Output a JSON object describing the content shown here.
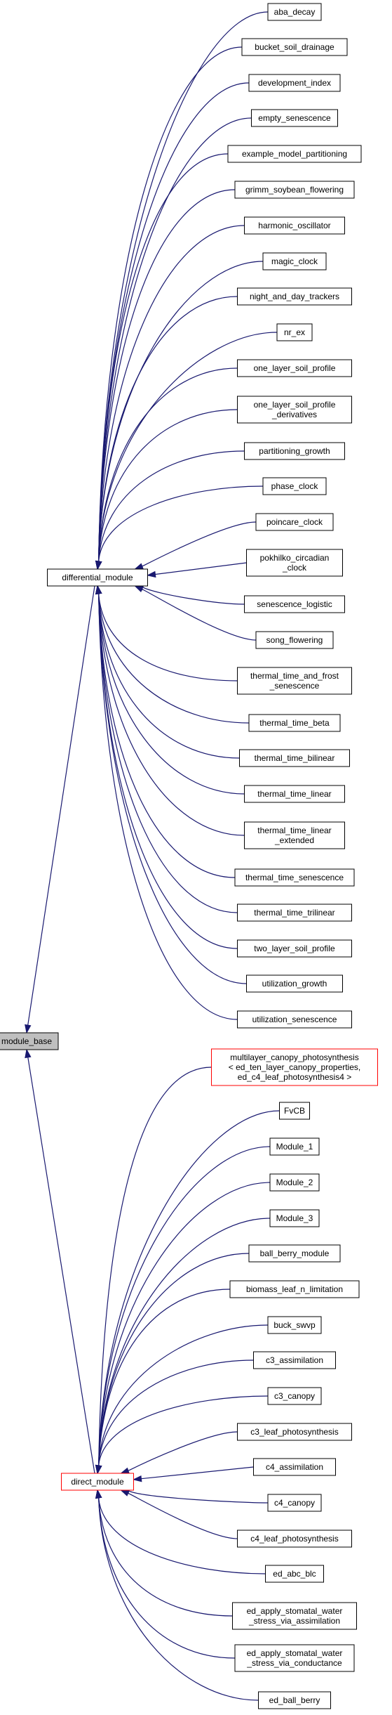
{
  "colors": {
    "edge": "#191970",
    "highlight_border": "#ff0000",
    "root_fill": "#bfbfbf",
    "node_border": "#000000"
  },
  "root": {
    "label": [
      "module_base"
    ]
  },
  "differential": {
    "label": [
      "differential_module"
    ]
  },
  "direct": {
    "label": [
      "direct_module"
    ]
  },
  "differential_children": [
    [
      "aba_decay"
    ],
    [
      "bucket_soil_drainage"
    ],
    [
      "development_index"
    ],
    [
      "empty_senescence"
    ],
    [
      "example_model_partitioning"
    ],
    [
      "grimm_soybean_flowering"
    ],
    [
      "harmonic_oscillator"
    ],
    [
      "magic_clock"
    ],
    [
      "night_and_day_trackers"
    ],
    [
      "nr_ex"
    ],
    [
      "one_layer_soil_profile"
    ],
    [
      "one_layer_soil_profile",
      "_derivatives"
    ],
    [
      "partitioning_growth"
    ],
    [
      "phase_clock"
    ],
    [
      "poincare_clock"
    ],
    [
      "pokhilko_circadian",
      "_clock"
    ],
    [
      "senescence_logistic"
    ],
    [
      "song_flowering"
    ],
    [
      "thermal_time_and_frost",
      "_senescence"
    ],
    [
      "thermal_time_beta"
    ],
    [
      "thermal_time_bilinear"
    ],
    [
      "thermal_time_linear"
    ],
    [
      "thermal_time_linear",
      "_extended"
    ],
    [
      "thermal_time_senescence"
    ],
    [
      "thermal_time_trilinear"
    ],
    [
      "two_layer_soil_profile"
    ],
    [
      "utilization_growth"
    ],
    [
      "utilization_senescence"
    ]
  ],
  "direct_children": [
    [
      "multilayer_canopy_photosynthesis",
      "< ed_ten_layer_canopy_properties,",
      "ed_c4_leaf_photosynthesis4 >"
    ],
    [
      "FvCB"
    ],
    [
      "Module_1"
    ],
    [
      "Module_2"
    ],
    [
      "Module_3"
    ],
    [
      "ball_berry_module"
    ],
    [
      "biomass_leaf_n_limitation"
    ],
    [
      "buck_swvp"
    ],
    [
      "c3_assimilation"
    ],
    [
      "c3_canopy"
    ],
    [
      "c3_leaf_photosynthesis"
    ],
    [
      "c4_assimilation"
    ],
    [
      "c4_canopy"
    ],
    [
      "c4_leaf_photosynthesis"
    ],
    [
      "ed_abc_blc"
    ],
    [
      "ed_apply_stomatal_water",
      "_stress_via_assimilation"
    ],
    [
      "ed_apply_stomatal_water",
      "_stress_via_conductance"
    ],
    [
      "ed_ball_berry"
    ]
  ]
}
